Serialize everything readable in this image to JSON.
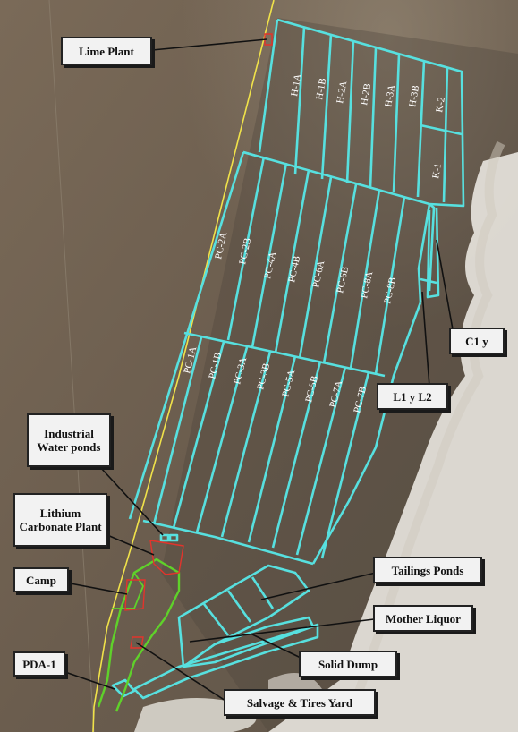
{
  "colors": {
    "ponds": "#57e0df",
    "boundary": "#f0e24a",
    "facility": "#e2342c",
    "road": "#5fd12a",
    "salar": "#e6e3dc"
  },
  "labels": {
    "lime_plant": "Lime Plant",
    "industrial_water": "Industrial Water ponds",
    "lithium_carbonate": "Lithium Carbonate Plant",
    "camp": "Camp",
    "pda": "PDA-1",
    "salvage": "Salvage & Tires Yard",
    "tailings": "Tailings Ponds",
    "mother_liquor": "Mother Liquor",
    "solid_dump": "Solid Dump",
    "c1": "C1 y",
    "l1l2": "L1 y L2"
  },
  "pond_labels": {
    "h1a": "H-1A",
    "h1b": "H-1B",
    "h2a": "H-2A",
    "h2b": "H-2B",
    "h3a": "H-3A",
    "h3b": "H-3B",
    "k2": "K-2",
    "k1": "K-1",
    "pc2a": "PC-2A",
    "pc2b": "PC-2B",
    "pc4a": "PC-4A",
    "pc4b": "PC-4B",
    "pc6a": "PC-6A",
    "pc6b": "PC-6B",
    "pc8a": "PC-8A",
    "pc8b": "PC-8B",
    "pc1a": "PC-1A",
    "pc1b": "PC-1B",
    "pc3a": "PC-3A",
    "pc3b": "PC-3B",
    "pc5a": "PC-5A",
    "pc5b": "PC-5B",
    "pc7a": "PC-7A",
    "pc7b": "PC-7B"
  }
}
